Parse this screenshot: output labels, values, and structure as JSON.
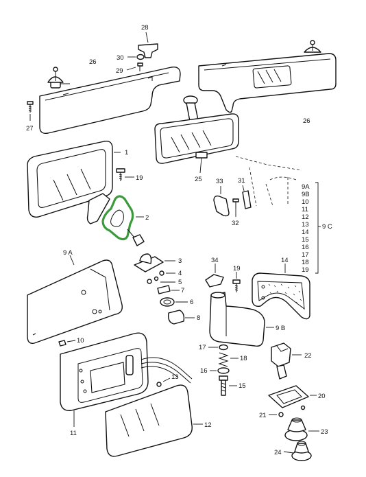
{
  "callouts": {
    "c28": "28",
    "c30": "30",
    "c29": "29",
    "c26a": "26",
    "c26b": "26",
    "c27": "27",
    "c1": "1",
    "c19a": "19",
    "c2": "2",
    "c25": "25",
    "c33": "33",
    "c31": "31",
    "c32": "32",
    "c9a": "9 A",
    "c3": "3",
    "c4": "4",
    "c5": "5",
    "c7": "7",
    "c6": "6",
    "c8": "8",
    "c34": "34",
    "c19b": "19",
    "c14": "14",
    "c9b": "9 B",
    "c10": "10",
    "c17": "17",
    "c18": "18",
    "c16": "16",
    "c15": "15",
    "c13": "13",
    "c22": "22",
    "c20": "20",
    "c21": "21",
    "c23": "23",
    "c24": "24",
    "c11": "11",
    "c12": "12",
    "c9c": "9 C"
  },
  "group_9c": [
    "9A",
    "9B",
    "10",
    "11",
    "12",
    "13",
    "14",
    "15",
    "16",
    "17",
    "18",
    "19"
  ],
  "colors": {
    "highlight": "#3b9a3b",
    "line": "#111111"
  }
}
